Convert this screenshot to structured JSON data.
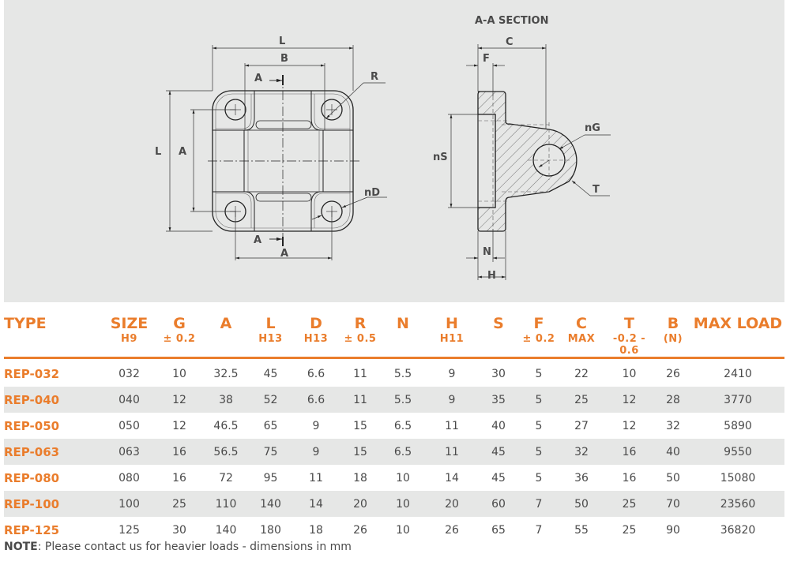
{
  "drawing": {
    "section_title": "A-A SECTION",
    "front_view_labels": {
      "overall_width": "L",
      "inner_width": "B",
      "section_marker_top": "A",
      "section_marker_bottom": "A",
      "corner_radius": "R",
      "overall_height": "L",
      "hole_spacing_vertical": "A",
      "hole_spacing_horizontal": "A",
      "hole_diameter": "nD"
    },
    "section_view_labels": {
      "pin_center_distance": "C",
      "flange_offset": "F",
      "spigot_diameter": "nS",
      "pin_hole_diameter": "nG",
      "eye_width": "T",
      "spigot_depth": "N",
      "flange_thickness": "H"
    }
  },
  "table": {
    "headers": [
      {
        "main": "TYPE",
        "sub": ""
      },
      {
        "main": "SIZE",
        "sub": "H9"
      },
      {
        "main": "G",
        "sub": "± 0.2"
      },
      {
        "main": "A",
        "sub": ""
      },
      {
        "main": "L",
        "sub": "H13"
      },
      {
        "main": "D",
        "sub": "H13"
      },
      {
        "main": "R",
        "sub": "± 0.5"
      },
      {
        "main": "N",
        "sub": ""
      },
      {
        "main": "H",
        "sub": "H11"
      },
      {
        "main": "S",
        "sub": ""
      },
      {
        "main": "F",
        "sub": "± 0.2"
      },
      {
        "main": "C",
        "sub": "MAX"
      },
      {
        "main": "T",
        "sub": "-0.2 - 0.6"
      },
      {
        "main": "B",
        "sub": "(N)"
      },
      {
        "main": "MAX LOAD",
        "sub": ""
      }
    ],
    "rows": [
      [
        "REP-032",
        "032",
        "10",
        "32.5",
        "45",
        "6.6",
        "11",
        "5.5",
        "9",
        "30",
        "5",
        "22",
        "10",
        "26",
        "2410"
      ],
      [
        "REP-040",
        "040",
        "12",
        "38",
        "52",
        "6.6",
        "11",
        "5.5",
        "9",
        "35",
        "5",
        "25",
        "12",
        "28",
        "3770"
      ],
      [
        "REP-050",
        "050",
        "12",
        "46.5",
        "65",
        "9",
        "15",
        "6.5",
        "11",
        "40",
        "5",
        "27",
        "12",
        "32",
        "5890"
      ],
      [
        "REP-063",
        "063",
        "16",
        "56.5",
        "75",
        "9",
        "15",
        "6.5",
        "11",
        "45",
        "5",
        "32",
        "16",
        "40",
        "9550"
      ],
      [
        "REP-080",
        "080",
        "16",
        "72",
        "95",
        "11",
        "18",
        "10",
        "14",
        "45",
        "5",
        "36",
        "16",
        "50",
        "15080"
      ],
      [
        "REP-100",
        "100",
        "25",
        "110",
        "140",
        "14",
        "20",
        "10",
        "20",
        "60",
        "7",
        "50",
        "25",
        "70",
        "23560"
      ],
      [
        "REP-125",
        "125",
        "30",
        "140",
        "180",
        "18",
        "26",
        "10",
        "26",
        "65",
        "7",
        "55",
        "25",
        "90",
        "36820"
      ]
    ]
  },
  "note": {
    "label": "NOTE",
    "text": ": Please contact us for heavier loads - dimensions in mm"
  },
  "colors": {
    "accent": "#ea7d2c",
    "text": "#4a4a4a",
    "panel_bg": "#e6e7e6",
    "row_alt_bg": "#e6e7e6"
  }
}
